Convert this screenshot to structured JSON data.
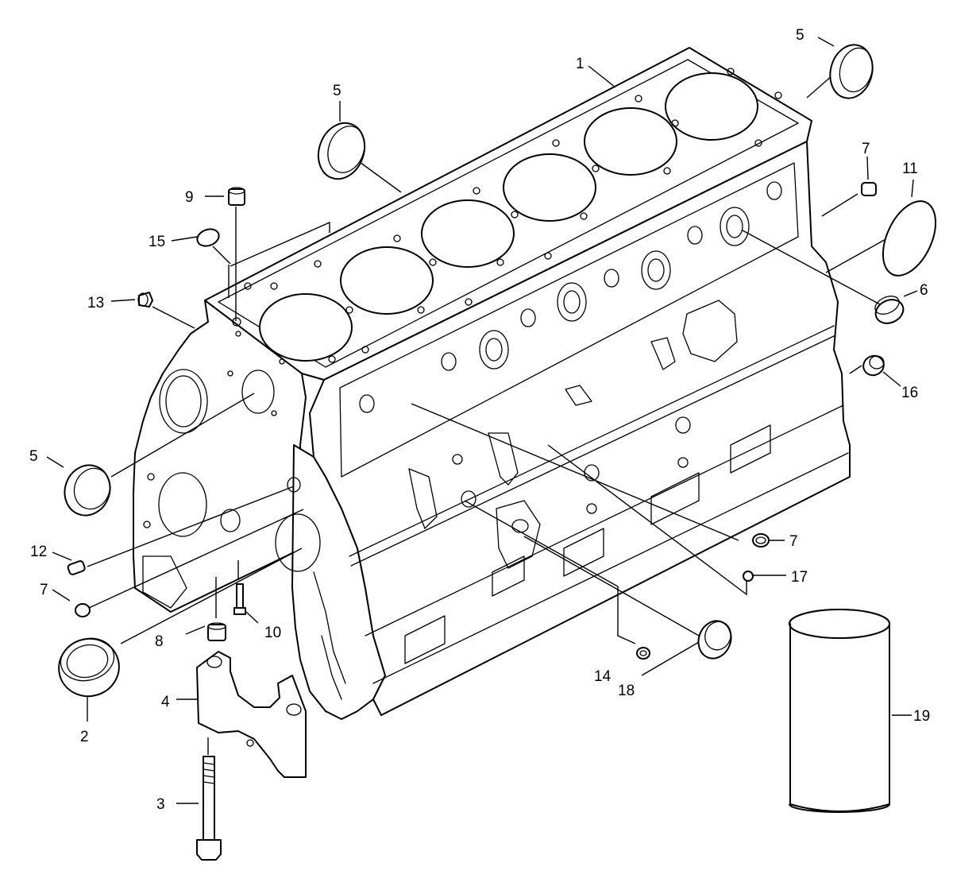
{
  "callouts": [
    {
      "id": "c1",
      "text": "1"
    },
    {
      "id": "c2",
      "text": "2"
    },
    {
      "id": "c3",
      "text": "3"
    },
    {
      "id": "c4",
      "text": "4"
    },
    {
      "id": "c5a",
      "text": "5"
    },
    {
      "id": "c5b",
      "text": "5"
    },
    {
      "id": "c5c",
      "text": "5"
    },
    {
      "id": "c6",
      "text": "6"
    },
    {
      "id": "c7a",
      "text": "7"
    },
    {
      "id": "c7b",
      "text": "7"
    },
    {
      "id": "c7c",
      "text": "7"
    },
    {
      "id": "c8",
      "text": "8"
    },
    {
      "id": "c9",
      "text": "9"
    },
    {
      "id": "c10",
      "text": "10"
    },
    {
      "id": "c11",
      "text": "11"
    },
    {
      "id": "c12",
      "text": "12"
    },
    {
      "id": "c13",
      "text": "13"
    },
    {
      "id": "c14",
      "text": "14"
    },
    {
      "id": "c15",
      "text": "15"
    },
    {
      "id": "c16",
      "text": "16"
    },
    {
      "id": "c17",
      "text": "17"
    },
    {
      "id": "c18",
      "text": "18"
    },
    {
      "id": "c19",
      "text": "19"
    }
  ]
}
